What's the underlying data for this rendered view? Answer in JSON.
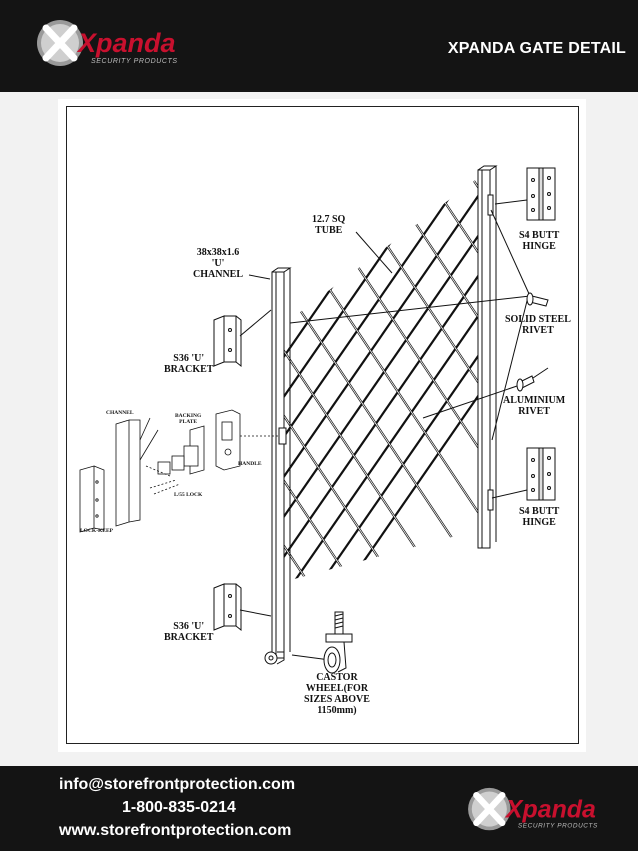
{
  "header": {
    "title": "XPANDA GATE DETAIL",
    "logo_text": "Xpanda",
    "logo_tagline": "SECURITY PRODUCTS"
  },
  "drawing": {
    "labels": {
      "tube": "12.7 SQ\nTUBE",
      "channel": "38x38x1.6\n'U'\nCHANNEL",
      "hinge_top": "S4 BUTT\nHINGE",
      "solid_rivet": "SOLID STEEL\nRIVET",
      "bracket_top": "S36 'U'\nBRACKET",
      "alu_rivet": "ALUMINIUM\nRIVET",
      "hinge_bottom": "S4 BUTT\nHINGE",
      "bracket_bottom": "S36 'U'\nBRACKET",
      "castor": "CASTOR\nWHEEL(FOR\nSIZES ABOVE\n1150mm)",
      "detail_channel": "CHANNEL",
      "detail_backing": "BACKING\nPLATE",
      "detail_handle": "HANDLE",
      "detail_lock": "L/55 LOCK",
      "detail_lock_keep": "LOCK-KEEP"
    }
  },
  "footer": {
    "email": "info@storefrontprotection.com",
    "phone": "1-800-835-0214",
    "website": "www.storefrontprotection.com"
  },
  "colors": {
    "bar": "#141414",
    "logo_red": "#c8102e",
    "line": "#111111"
  },
  "icons": {
    "logo": "xpanda-logo-icon"
  }
}
